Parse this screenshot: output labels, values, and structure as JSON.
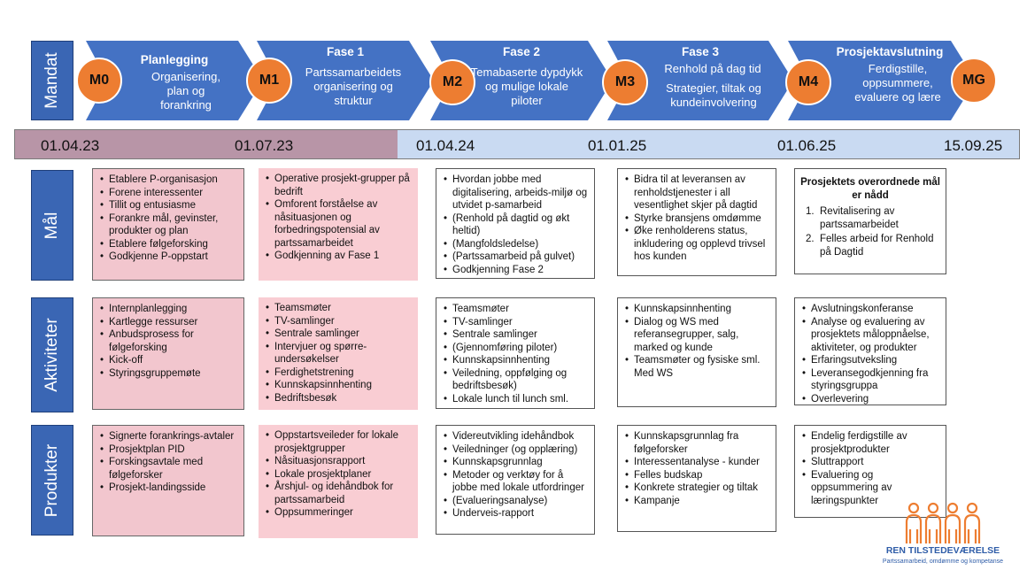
{
  "row_labels": {
    "mandat": "Mandat",
    "mal": "Mål",
    "aktiviteter": "Aktiviteter",
    "produkter": "Produkter"
  },
  "phases": [
    {
      "title": "Planlegging",
      "desc": "Organisering, plan og forankring"
    },
    {
      "title": "Fase 1",
      "desc": "Partssamarbeidets organisering og struktur"
    },
    {
      "title": "Fase 2",
      "desc": "Temabaserte dypdykk og mulige lokale piloter"
    },
    {
      "title": "Fase 3",
      "desc": "Renhold på dag tid",
      "desc2": "Strategier, tiltak og kundeinvolvering"
    },
    {
      "title": "Prosjektavslutning",
      "desc": "Ferdigstille, oppsummere, evaluere og lære"
    }
  ],
  "milestones": [
    "M0",
    "M1",
    "M2",
    "M3",
    "M4",
    "MG"
  ],
  "dates": [
    "01.04.23",
    "01.07.23",
    "01.04.24",
    "01.01.25",
    "01.06.25",
    "15.09.25"
  ],
  "mal": [
    [
      "Etablere P-organisasjon",
      "Forene interessenter",
      "Tillit og entusiasme",
      "Forankre mål, gevinster, produkter og plan",
      "Etablere følgeforsking",
      "Godkjenne P-oppstart"
    ],
    [
      "Operative prosjekt-grupper på bedrift",
      "Omforent forståelse av nåsituasjonen og forbedringspotensial av partssamarbeidet",
      "Godkjenning av Fase 1"
    ],
    [
      "Hvordan jobbe med digitalisering, arbeids-miljø og utvidet p-samarbeid",
      "(Renhold på dagtid og økt heltid)",
      "(Mangfoldsledelse)",
      "(Partssamarbeid på gulvet)",
      "Godkjenning Fase 2"
    ],
    [
      "Bidra til at leveransen av renholdstjenester i all vesentlighet skjer på dagtid",
      "Styrke bransjens omdømme",
      "Øke renholderens status, inkludering og opplevd trivsel hos kunden"
    ]
  ],
  "mal_final": {
    "title": "Prosjektets overordnede mål er nådd",
    "items": [
      {
        "n": "1.",
        "text": "Revitalisering av partssamarbeidet"
      },
      {
        "n": "2.",
        "text": "Felles arbeid for Renhold på Dagtid"
      }
    ]
  },
  "aktiviteter": [
    [
      "Internplanlegging",
      "Kartlegge ressurser",
      "Anbudsprosess for følgeforsking",
      "Kick-off",
      "Styringsgruppemøte"
    ],
    [
      "Teamsmøter",
      "TV-samlinger",
      "Sentrale samlinger",
      "Intervjuer og spørre-undersøkelser",
      "Ferdighetstrening",
      "Kunnskapsinnhenting",
      "Bedriftsbesøk"
    ],
    [
      "Teamsmøter",
      "TV-samlinger",
      "Sentrale samlinger",
      "(Gjennomføring piloter)",
      "Kunnskapsinnhenting",
      "Veiledning, oppfølging og bedriftsbesøk)",
      "Lokale lunch til lunch sml."
    ],
    [
      "Kunnskapsinnhenting",
      "Dialog og WS med referansegrupper, salg, marked og kunde",
      "Teamsmøter og fysiske sml. Med WS"
    ],
    [
      "Avslutningskonferanse",
      "Analyse og evaluering av prosjektets måloppnåelse, aktiviteter, og produkter",
      "Erfaringsutveksling",
      "Leveransegodkjenning fra styringsgruppa",
      "Overlevering"
    ]
  ],
  "produkter": [
    [
      "Signerte forankrings-avtaler",
      "Prosjektplan PID",
      "Forskingsavtale med følgeforsker",
      "Prosjekt-landingsside"
    ],
    [
      "Oppstartsveileder for lokale prosjektgrupper",
      "Nåsituasjonsrapport",
      "Lokale prosjektplaner",
      "Årshjul- og idehåndbok for partssamarbeid",
      "Oppsummeringer"
    ],
    [
      "Videreutvikling idehåndbok",
      "Veiledninger (og opplæring)",
      "Kunnskapsgrunnlag",
      "Metoder og verktøy for å jobbe med lokale utfordringer",
      "(Evalueringsanalyse)",
      "Underveis-rapport"
    ],
    [
      "Kunnskapsgrunnlag fra følgeforsker",
      "Interessentanalyse - kunder",
      "Felles budskap",
      "Konkrete strategier og tiltak",
      "Kampanje"
    ],
    [
      "Endelig ferdigstille av prosjektprodukter",
      "Sluttrapport",
      "Evaluering og oppsummering av læringspunkter"
    ]
  ],
  "logo": {
    "name": "REN TILSTEDEVÆRELSE",
    "tagline": "Partssamarbeid, omdømme og kompetanse"
  },
  "colors": {
    "blue": "#4472c4",
    "orange": "#ed7d31",
    "pink": "#f9cdd3",
    "mauve": "#b895a7",
    "lightblue": "#c9daf2"
  }
}
